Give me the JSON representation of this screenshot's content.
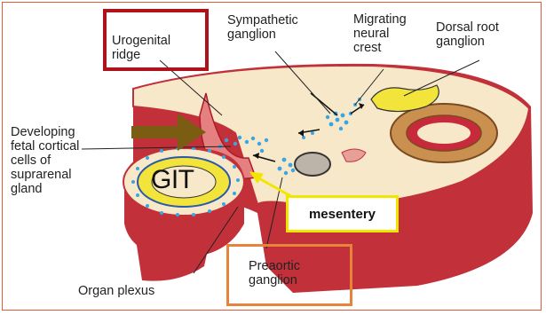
{
  "labels": {
    "urogenital_ridge": "Urogenital\nridge",
    "sympathetic_ganglion": "Sympathetic\nganglion",
    "migrating_neural_crest": "Migrating\nneural\ncrest",
    "dorsal_root_ganglion": "Dorsal root\nganglion",
    "developing_cortical": "Developing\nfetal cortical\ncells of\nsuprarenal\ngland",
    "organ_plexus": "Organ plexus",
    "preaortic_ganglion": "Preaortic\nganglion"
  },
  "annotations": {
    "git": "GIT",
    "mesentery": "mesentery"
  },
  "colors": {
    "frame": "#e05a3c",
    "urogenital_box": "#b0121c",
    "preaortic_box": "#e8833a",
    "mesentery_box": "#f2e600",
    "arrow_brown": "#7a5c12",
    "arrow_yellow": "#f2e600",
    "tissue_red": "#c2303a",
    "tissue_cream": "#f6e8c8",
    "cells_blue": "#3aa6e0"
  }
}
